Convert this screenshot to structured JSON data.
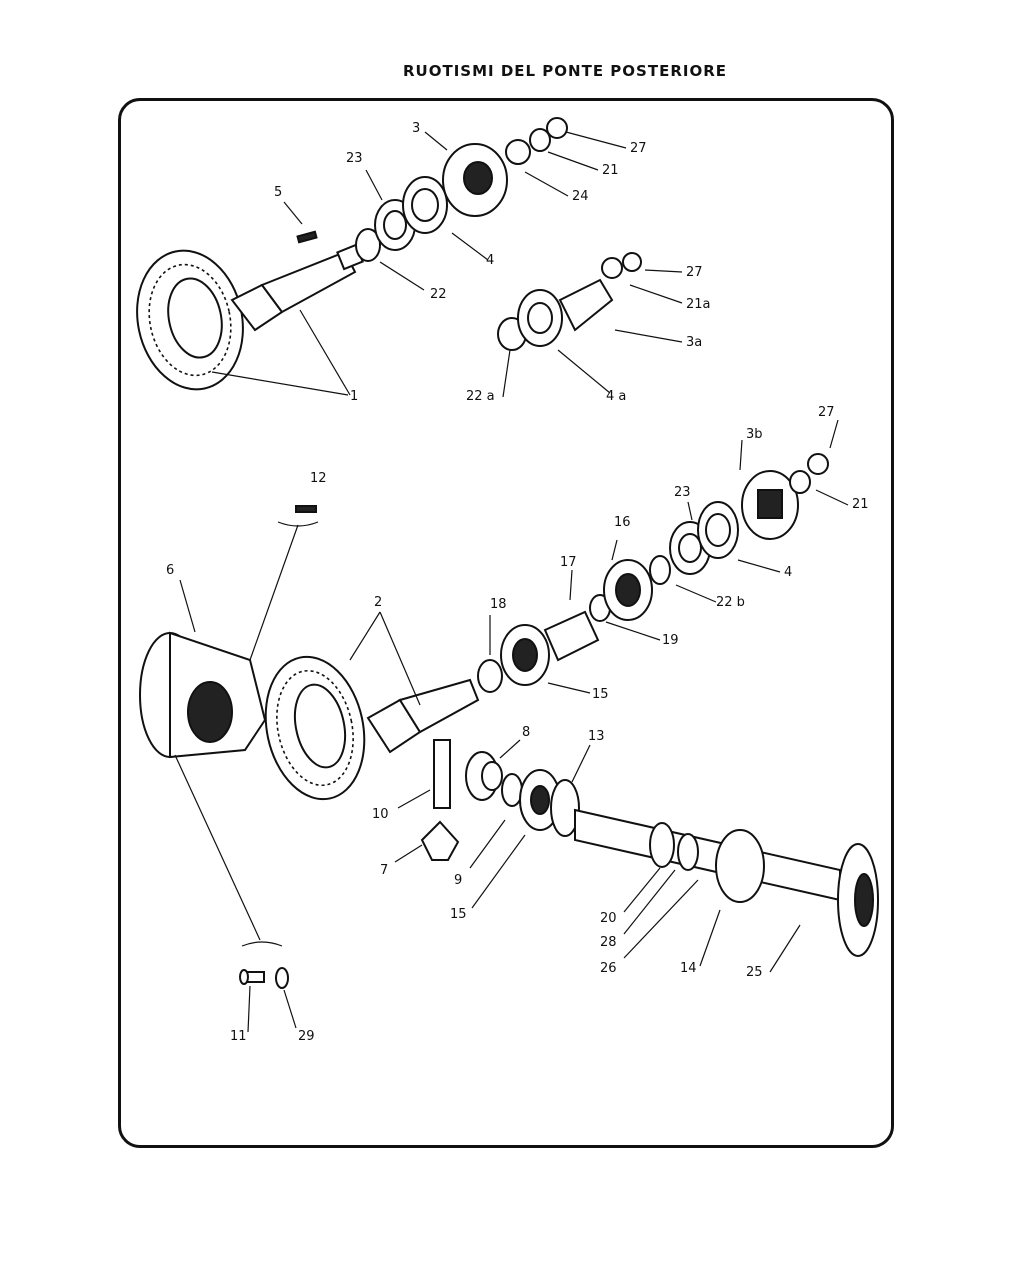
{
  "title": "RUOTISMI DEL PONTE POSTERIORE",
  "labels": {
    "l1": "1",
    "l2": "2",
    "l3": "3",
    "l3a": "3a",
    "l3b": "3b",
    "l4_top": "4",
    "l4a": "4 a",
    "l4_mid": "4",
    "l5": "5",
    "l6": "6",
    "l7": "7",
    "l8": "8",
    "l9": "9",
    "l10": "10",
    "l11": "11",
    "l12": "12",
    "l13": "13",
    "l14": "14",
    "l15_mid": "15",
    "l15_low": "15",
    "l16": "16",
    "l17": "17",
    "l18": "18",
    "l19": "19",
    "l20": "20",
    "l21_top": "21",
    "l21a": "21a",
    "l21_mid": "21",
    "l22": "22",
    "l22a": "22 a",
    "l22b": "22 b",
    "l23_top": "23",
    "l23_mid": "23",
    "l24": "24",
    "l25": "25",
    "l26": "26",
    "l27_top": "27",
    "l27_a": "27",
    "l27_mid": "27",
    "l28": "28",
    "l29": "29"
  },
  "icons": [
    "bevel-crown-wheel",
    "pinion-shaft",
    "bearing",
    "flange",
    "differential-housing",
    "axle-shaft"
  ]
}
